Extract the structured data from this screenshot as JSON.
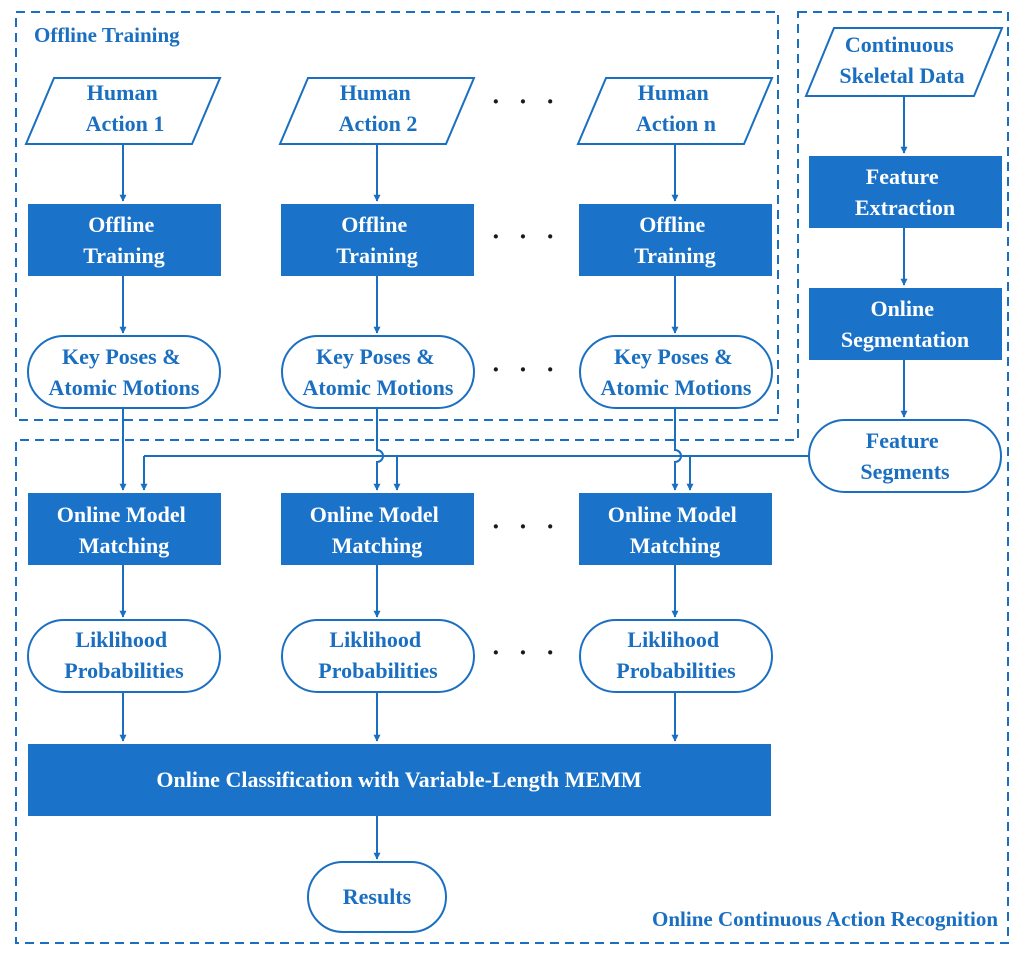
{
  "regions": {
    "offline_title": "Offline Training",
    "online_title": "Online Continuous Action Recognition"
  },
  "columns": [
    {
      "action": [
        "Human",
        "Action 1"
      ],
      "training": [
        "Offline",
        "Training"
      ],
      "poses": [
        "Key Poses &",
        "Atomic Motions"
      ],
      "matching": [
        "Online Model",
        "Matching"
      ],
      "likelihood": [
        "Liklihood",
        "Probabilities"
      ]
    },
    {
      "action": [
        "Human",
        "Action 2"
      ],
      "training": [
        "Offline",
        "Training"
      ],
      "poses": [
        "Key Poses &",
        "Atomic Motions"
      ],
      "matching": [
        "Online Model",
        "Matching"
      ],
      "likelihood": [
        "Liklihood",
        "Probabilities"
      ]
    },
    {
      "action": [
        "Human",
        "Action n"
      ],
      "training": [
        "Offline",
        "Training"
      ],
      "poses": [
        "Key Poses &",
        "Atomic Motions"
      ],
      "matching": [
        "Online Model",
        "Matching"
      ],
      "likelihood": [
        "Liklihood",
        "Probabilities"
      ]
    }
  ],
  "ellipsis": "· · ·",
  "right_pipeline": {
    "input": [
      "Continuous",
      "Skeletal Data"
    ],
    "extraction": [
      "Feature",
      "Extraction"
    ],
    "segmentation": [
      "Online",
      "Segmentation"
    ],
    "segments": [
      "Feature",
      "Segments"
    ]
  },
  "classification": "Online Classification with Variable-Length MEMM",
  "results": "Results"
}
